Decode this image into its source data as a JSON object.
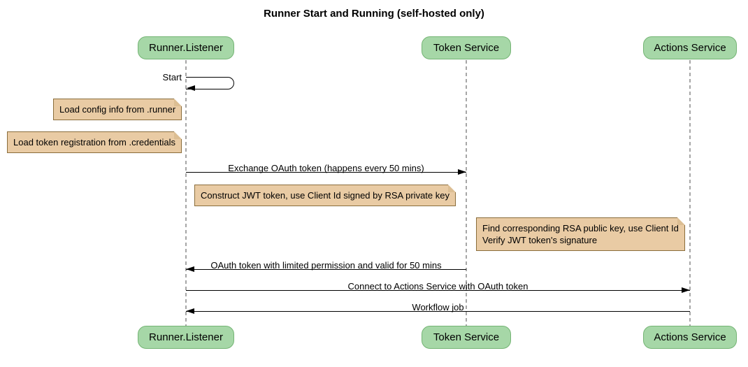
{
  "title": "Runner Start and Running (self-hosted only)",
  "participants": [
    {
      "label": "Runner.Listener"
    },
    {
      "label": "Token Service"
    },
    {
      "label": "Actions Service"
    }
  ],
  "messages": {
    "self_start": "Start",
    "exchange_oauth": "Exchange OAuth token (happens every 50 mins)",
    "oauth_return": "OAuth token with limited permission and valid for 50 mins",
    "connect_actions": "Connect to Actions Service with OAuth token",
    "workflow_job": "Workflow job"
  },
  "notes": {
    "load_config": "Load config info from .runner",
    "load_credentials": "Load token registration from .credentials",
    "construct_jwt": "Construct JWT token, use Client Id signed by RSA private key",
    "verify_jwt_line1": "Find corresponding RSA public key, use Client Id",
    "verify_jwt_line2": "Verify JWT token's signature"
  },
  "colors": {
    "participant_fill": "#A6D7A7",
    "participant_border": "#74B474",
    "note_fill": "#E9CBA4",
    "note_border": "#8A6D3B",
    "note_fold": "#DCBE93",
    "lifeline": "#A6A6A6",
    "arrow": "#000000"
  }
}
